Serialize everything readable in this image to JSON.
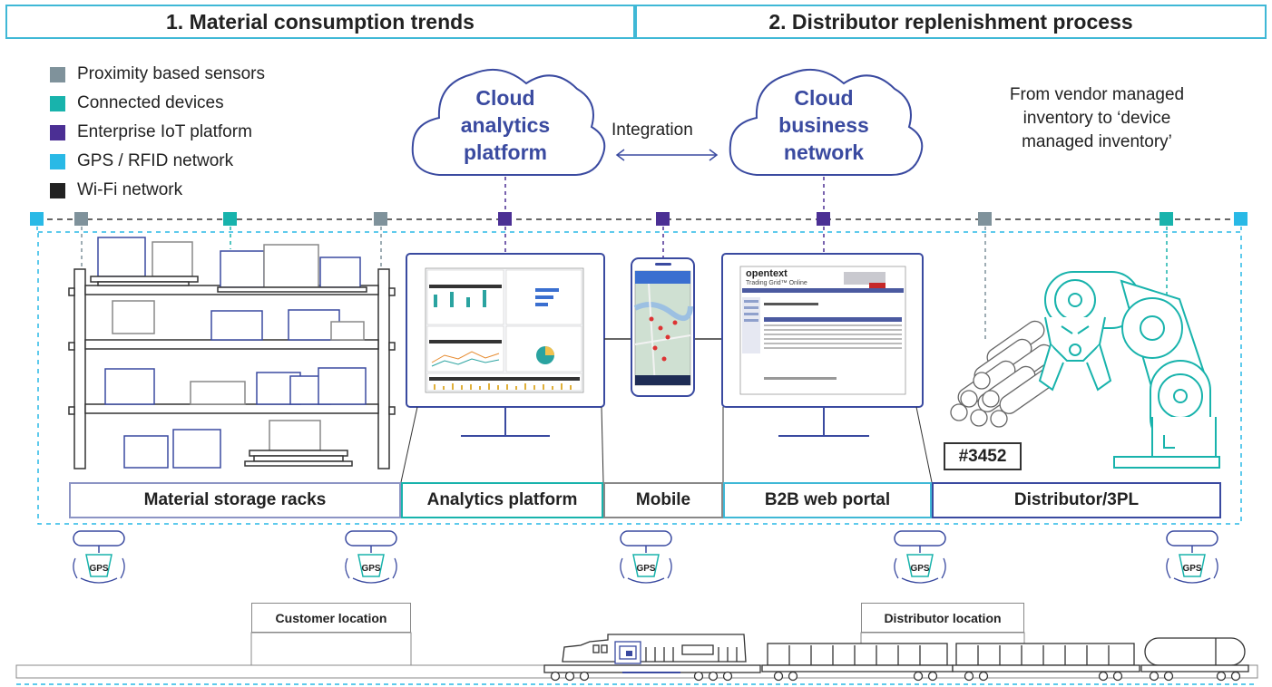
{
  "headers": {
    "left": "1. Material consumption trends",
    "right": "2. Distributor replenishment process"
  },
  "legend": [
    {
      "label": "Proximity based sensors",
      "color": "#7f929b"
    },
    {
      "label": "Connected devices",
      "color": "#18b3ac"
    },
    {
      "label": "Enterprise IoT platform",
      "color": "#4b2f94"
    },
    {
      "label": "GPS / RFID network",
      "color": "#29b9e6"
    },
    {
      "label": "Wi-Fi network",
      "color": "#222222"
    }
  ],
  "clouds": {
    "analytics": {
      "line1": "Cloud",
      "line2": "analytics",
      "line3": "platform"
    },
    "business": {
      "line1": "Cloud",
      "line2": "business",
      "line3": "network"
    }
  },
  "integration_label": "Integration",
  "note": "From vendor managed inventory to ‘device managed inventory’",
  "zones": {
    "storage": "Material storage racks",
    "analytics": "Analytics platform",
    "mobile": "Mobile",
    "b2b": "B2B web portal",
    "distributor": "Distributor/3PL"
  },
  "item_tag": "#3452",
  "gps_label": "GPS",
  "locations": {
    "customer": "Customer location",
    "distributor": "Distributor location"
  },
  "portal": {
    "brand": "opentext",
    "subtitle": "Trading Grid™ Online"
  },
  "colors": {
    "accent_cyan": "#3fb8d6",
    "teal": "#18b3ac",
    "navy": "#3a4aa0",
    "purple": "#4b2f94",
    "grey": "#7f929b",
    "light_blue": "#29b9e6"
  }
}
